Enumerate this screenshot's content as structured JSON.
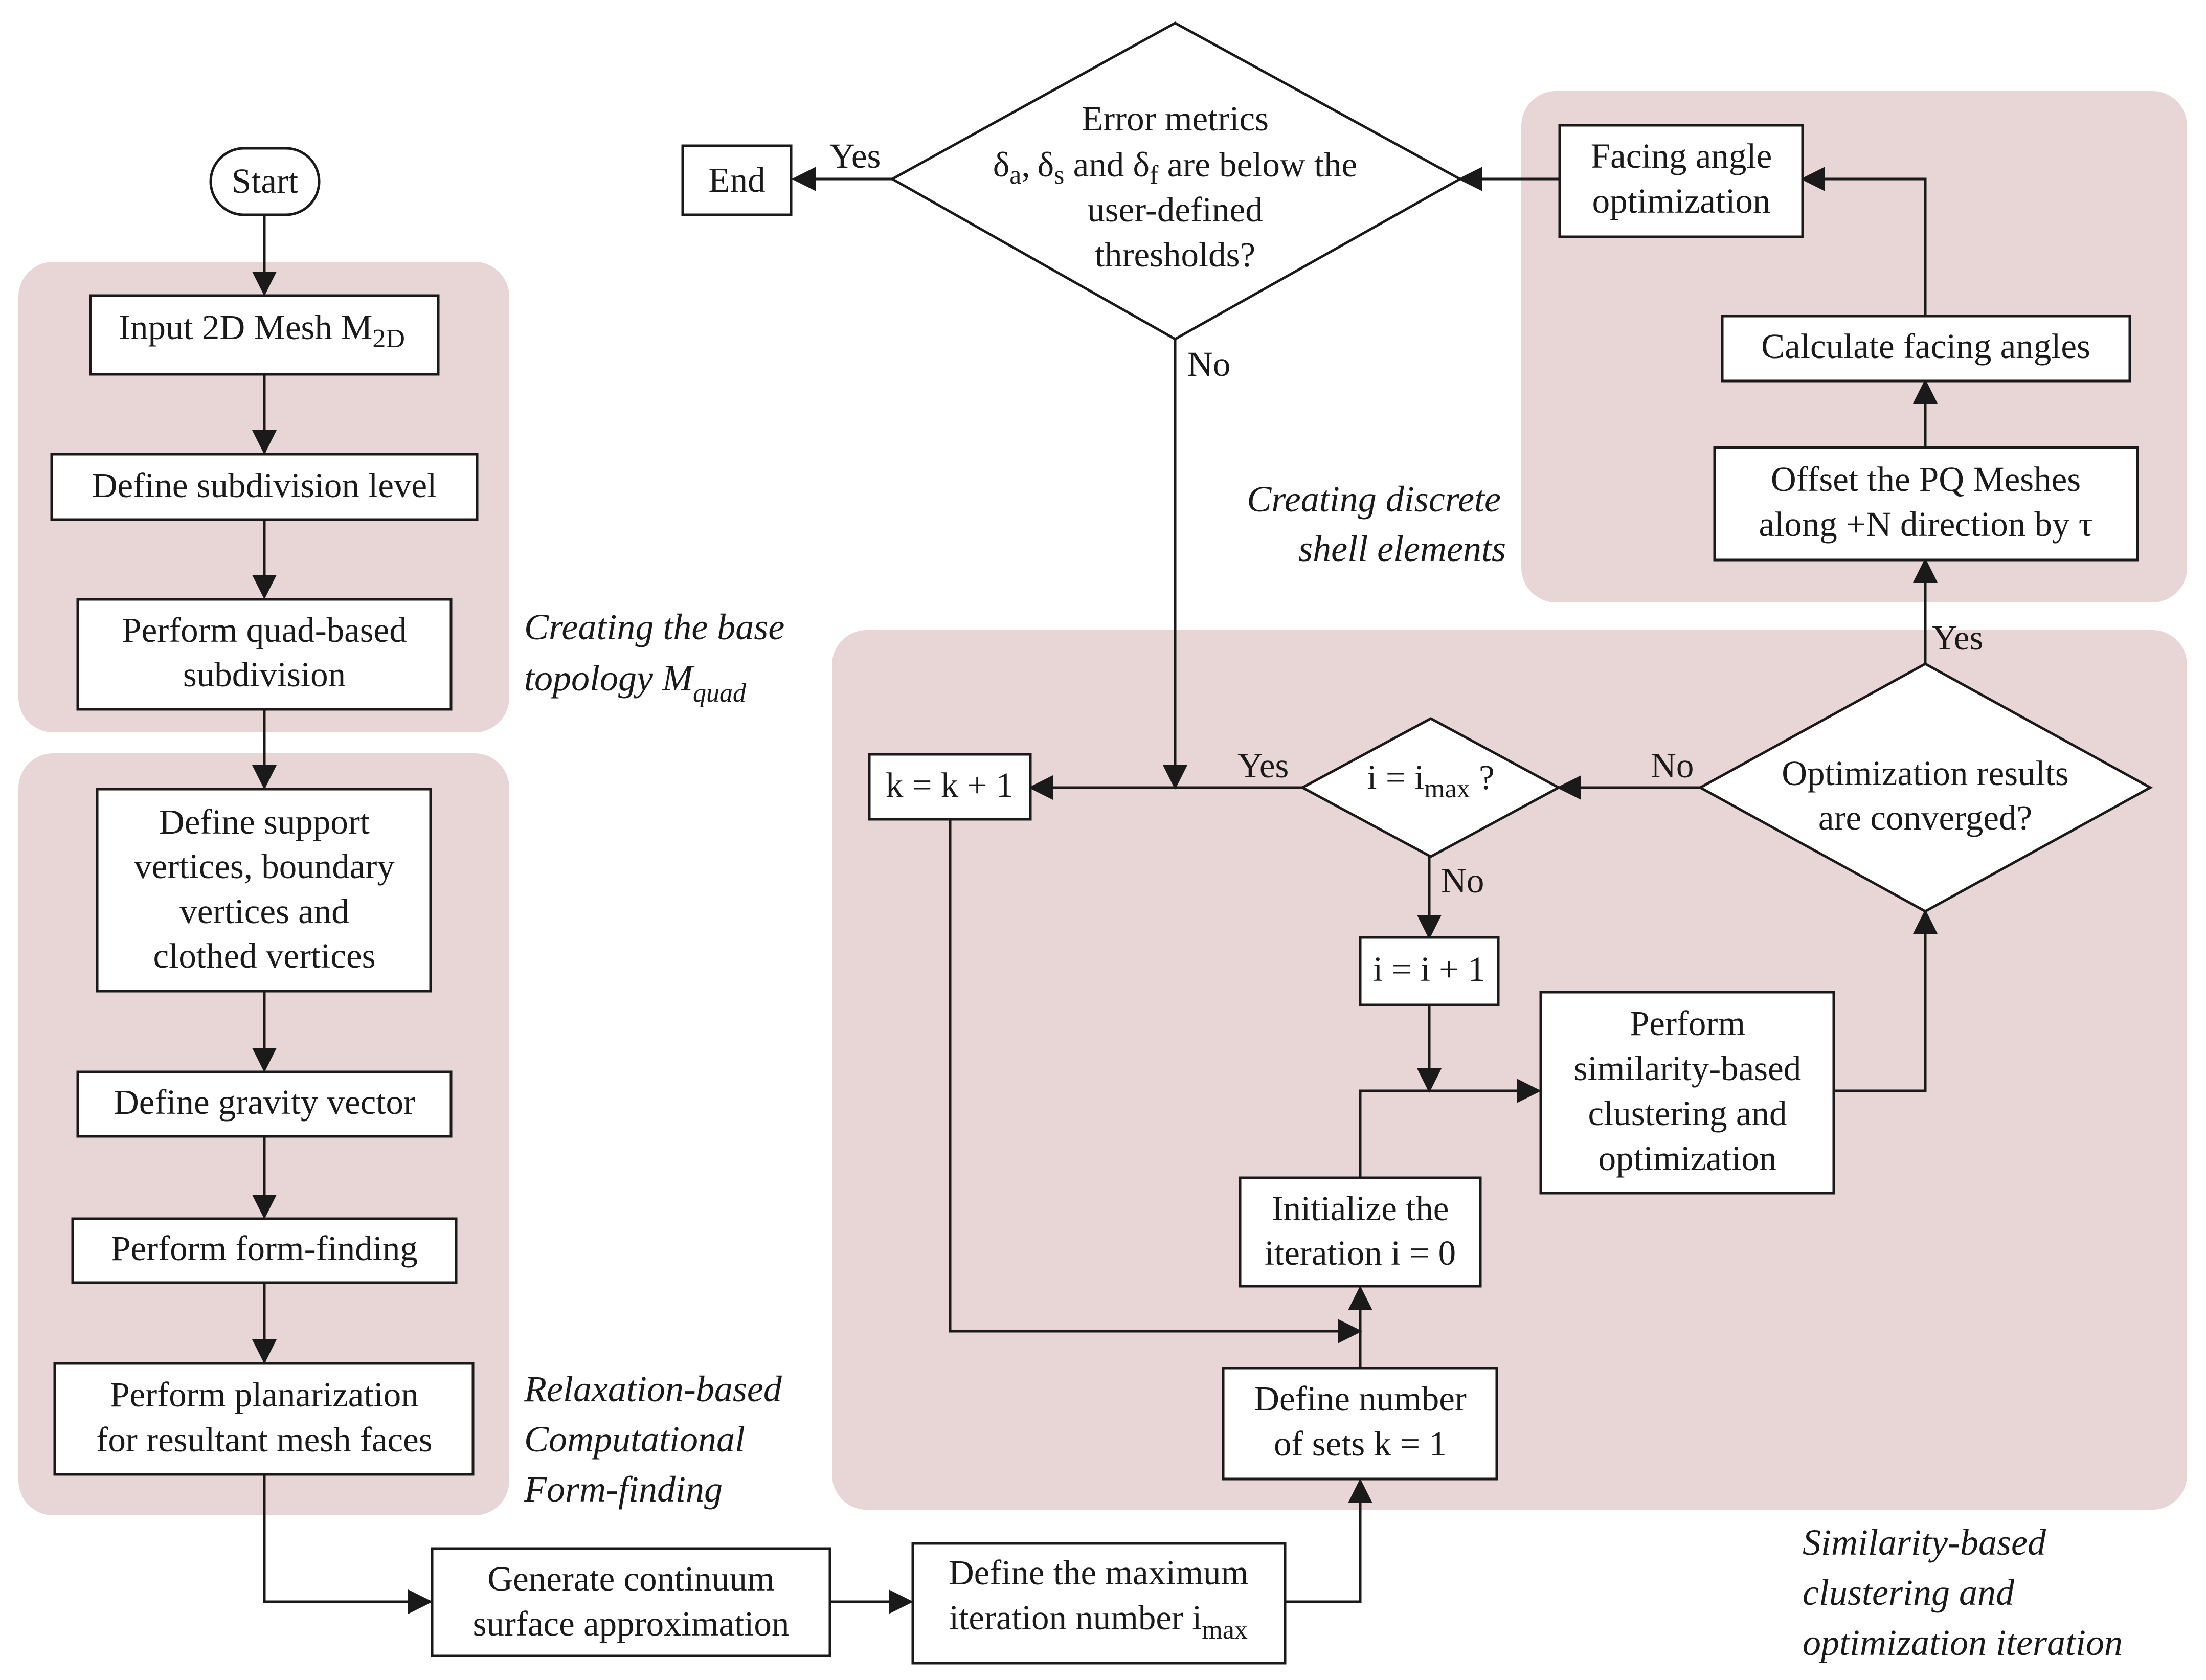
{
  "colors": {
    "group_fill": "#e8d6d6",
    "line": "#1a1a1a",
    "node_fill": "#ffffff"
  },
  "groups": {
    "base_topology": {
      "caption_1": "Creating the base",
      "caption_2": "topology M",
      "caption_2_sub": "quad"
    },
    "relaxation": {
      "caption_1": "Relaxation-based",
      "caption_2": "Computational",
      "caption_3": "Form-finding"
    },
    "shell_elements": {
      "caption_1": "Creating discrete",
      "caption_2": "shell elements"
    },
    "clustering": {
      "caption_1": "Similarity-based",
      "caption_2": "clustering and",
      "caption_3": "optimization iteration"
    }
  },
  "nodes": {
    "start": "Start",
    "end": "End",
    "input_mesh": {
      "text": "Input 2D Mesh M",
      "sub": "2D"
    },
    "subdivision_level": "Define subdivision level",
    "quad_subdivision": {
      "line_1": "Perform quad-based",
      "line_2": "subdivision"
    },
    "support_vertices": {
      "line_1": "Define support",
      "line_2": "vertices, boundary",
      "line_3": "vertices and",
      "line_4": "clothed vertices"
    },
    "gravity": "Define gravity vector",
    "form_finding": "Perform form-finding",
    "planarization": {
      "line_1": "Perform planarization",
      "line_2": "for resultant mesh faces"
    },
    "continuum": {
      "line_1": "Generate continuum",
      "line_2": "surface approximation"
    },
    "max_iteration": {
      "line_1": "Define the maximum",
      "line_2": "iteration number i",
      "line_2_sub": "max"
    },
    "number_of_sets": {
      "line_1": "Define number",
      "line_2": "of sets k = 1"
    },
    "init_iteration": {
      "line_1": "Initialize the",
      "line_2": "iteration i = 0"
    },
    "clustering_opt": {
      "line_1": "Perform",
      "line_2": "similarity-based",
      "line_3": "clustering and",
      "line_4": "optimization"
    },
    "increment_i": "i = i + 1",
    "check_imax": {
      "text": "i = i",
      "sub": "max",
      "tail": " ?"
    },
    "increment_k": "k = k + 1",
    "converged": {
      "line_1": "Optimization results",
      "line_2": "are converged?"
    },
    "offset_mesh": {
      "line_1": "Offset the PQ Meshes",
      "line_2": "along +N direction by τ"
    },
    "facing_angles": "Calculate facing angles",
    "facing_opt": {
      "line_1": "Facing angle",
      "line_2": "optimization"
    },
    "error_metrics": {
      "line_1": "Error metrics",
      "d": "δ",
      "a": "a",
      "comma": ",",
      "s": "s",
      "and": " and ",
      "f": "f",
      "rest": " are below the",
      "line_3": "user-defined",
      "line_4": "thresholds?"
    }
  },
  "edge_labels": {
    "yes_end": "Yes",
    "no_error": "No",
    "yes_imax": "Yes",
    "no_imax": "No",
    "no_converged": "No",
    "yes_converged": "Yes"
  }
}
